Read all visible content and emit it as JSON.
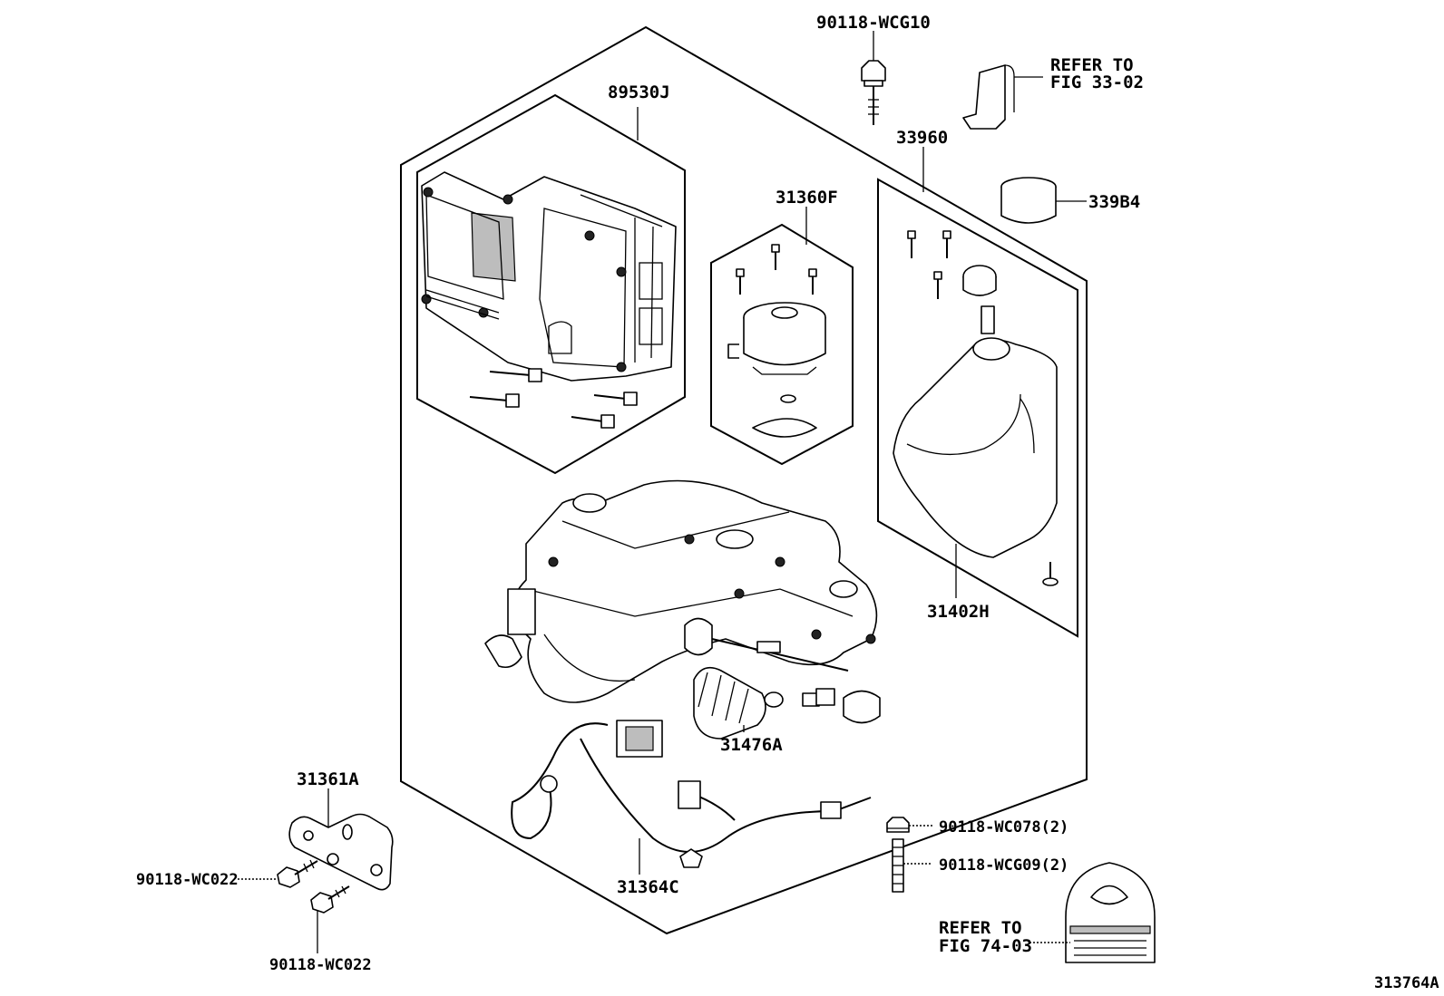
{
  "diagram": {
    "figure_number": "313764A",
    "part_labels": {
      "p89530J": "89530J",
      "p31360F": "31360F",
      "p33960": "33960",
      "p339B4": "339B4",
      "p31402H": "31402H",
      "p31476A": "31476A",
      "p31364C": "31364C",
      "p31361A": "31361A",
      "bolt_top": "90118-WCG10",
      "bolt_wc022_a": "90118-WC022",
      "bolt_wc022_b": "90118-WC022",
      "nut_wc078": "90118-WC078(2)",
      "stud_wcg09": "90118-WCG09(2)"
    },
    "references": {
      "bracket_ref_line1": "REFER TO",
      "bracket_ref_line2": "FIG 33-02",
      "label_ref_line1": "REFER TO",
      "label_ref_line2": "FIG 74-03"
    }
  }
}
